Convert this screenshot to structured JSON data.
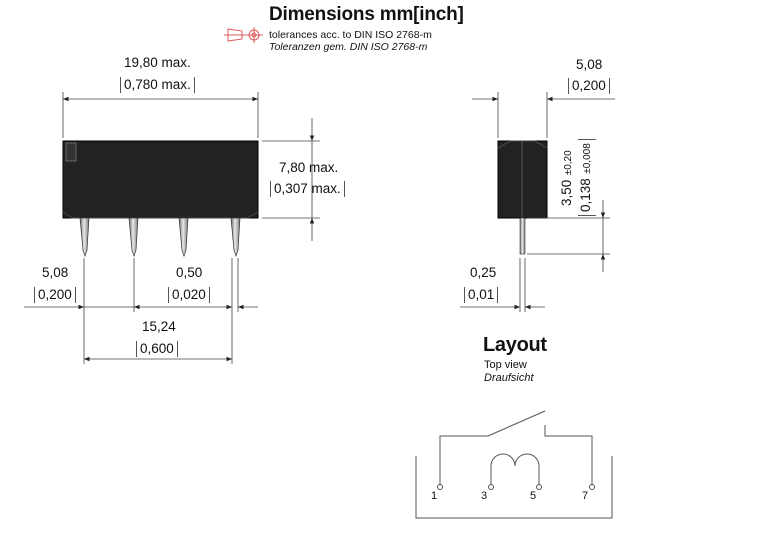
{
  "header": {
    "title": "Dimensions mm[inch]",
    "tolerance_en": "tolerances acc. to DIN ISO 2768-m",
    "tolerance_de": "Toleranzen gem. DIN ISO 2768-m"
  },
  "front_view": {
    "length_mm": "19,80 max.",
    "length_in": "0,780 max.",
    "height_mm": "7,80 max.",
    "height_in": "0,307 max.",
    "pitch_mm": "5,08",
    "pitch_in": "0,200",
    "pin_thickness_mm": "0,50",
    "pin_thickness_in": "0,020",
    "span_mm": "15,24",
    "span_in": "0,600"
  },
  "side_view": {
    "width_mm": "5,08",
    "width_in": "0,200",
    "lead_length_mm": "3,50",
    "lead_length_tol_mm": "±0,20",
    "lead_length_in": "0,138",
    "lead_length_tol_in": "±0,008",
    "lead_thickness_mm": "0,25",
    "lead_thickness_in": "0,01"
  },
  "layout": {
    "title": "Layout",
    "subtitle_en": "Top view",
    "subtitle_de": "Draufsicht",
    "pins": [
      "1",
      "3",
      "5",
      "7"
    ]
  }
}
